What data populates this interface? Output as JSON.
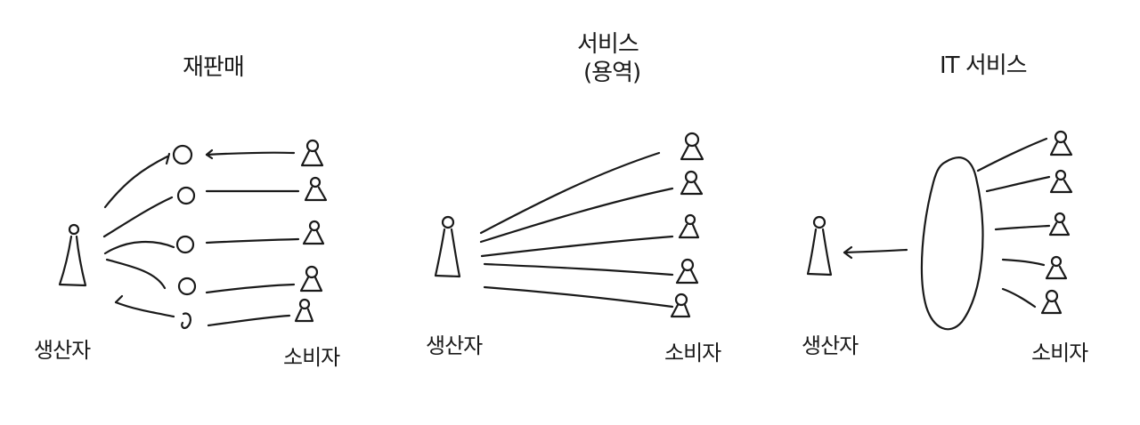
{
  "panels": [
    {
      "title": "재판매",
      "producer_label": "생산자",
      "consumer_label": "소비자"
    },
    {
      "title": "서비스",
      "subtitle": "(용역)",
      "producer_label": "생산자",
      "consumer_label": "소비자"
    },
    {
      "title": "IT 서비스",
      "producer_label": "생산자",
      "consumer_label": "소비자"
    }
  ],
  "colors": {
    "ink": "#1a1a1a",
    "background": "#ffffff"
  }
}
